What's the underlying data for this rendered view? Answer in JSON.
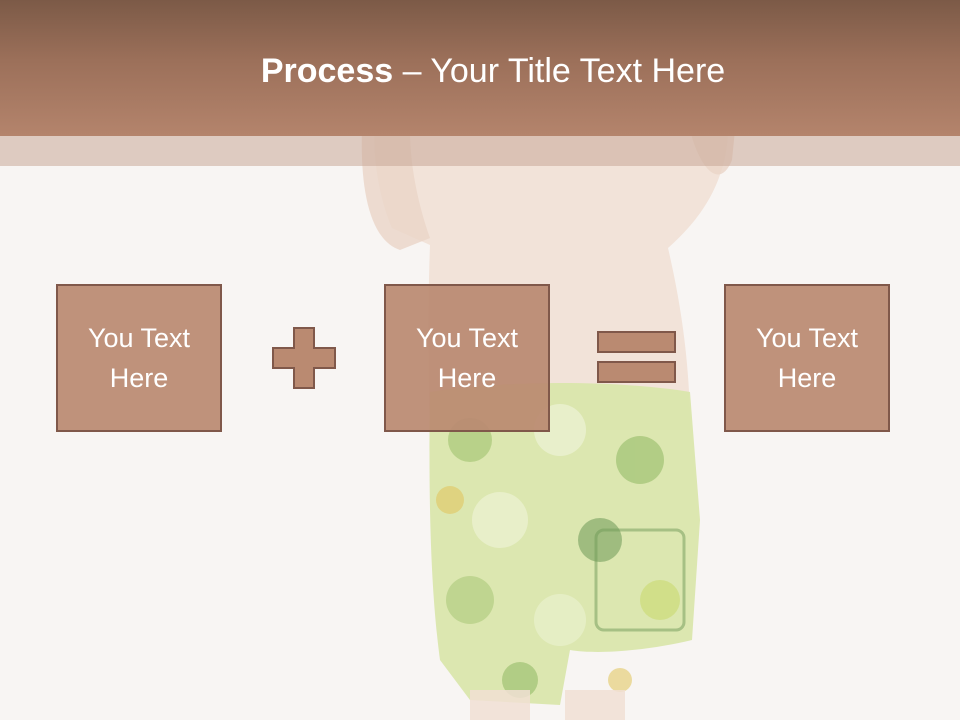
{
  "slide": {
    "title_bold": "Process",
    "title_rest": " – Your Title Text Here"
  },
  "boxes": [
    {
      "text": "You Text Here"
    },
    {
      "text": "You Text Here"
    },
    {
      "text": "You Text Here"
    }
  ],
  "operators": [
    {
      "icon": "plus-icon"
    },
    {
      "icon": "equals-icon"
    }
  ],
  "colors": {
    "header": "#a87a62",
    "box_fill": "#ba8a71",
    "box_border": "#80584a",
    "background": "#f8f5f3"
  }
}
